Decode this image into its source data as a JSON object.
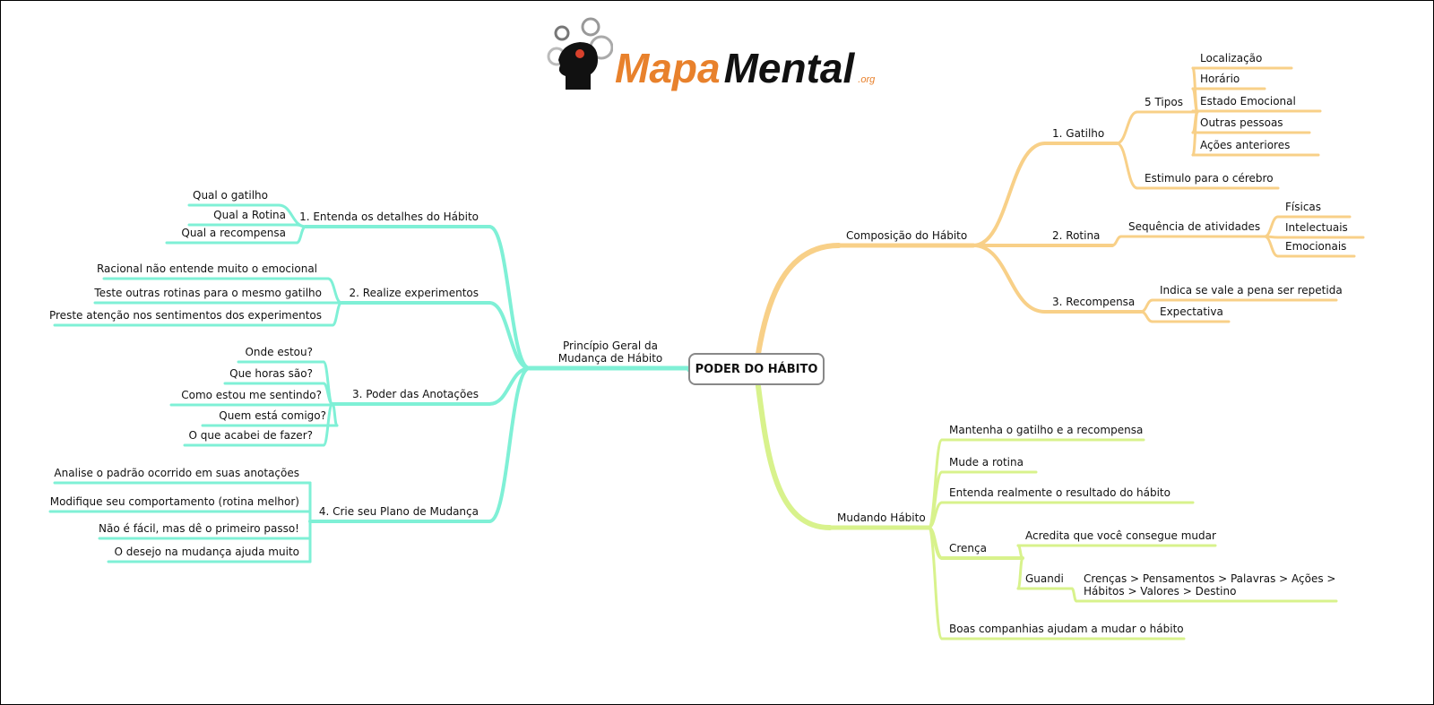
{
  "logo": {
    "text_a": "Mapa",
    "text_b": "Mental",
    "text_c": ".org"
  },
  "root": "PODER DO HÁBITO",
  "colors": {
    "left": "#7ff0d6",
    "upper_right": "#f8d088",
    "lower_right": "#d8f28c",
    "root_border": "#888888"
  },
  "left": {
    "label_1": "Princípio Geral da",
    "label_2": "Mudança de Hábito",
    "b1": {
      "label": "1. Entenda os detalhes do Hábito",
      "items": [
        "Qual o gatilho",
        "Qual a Rotina",
        "Qual a recompensa"
      ]
    },
    "b2": {
      "label": "2. Realize experimentos",
      "items": [
        "Racional não entende muito o emocional",
        "Teste outras rotinas para o mesmo gatilho",
        "Preste atenção nos sentimentos dos experimentos"
      ]
    },
    "b3": {
      "label": "3. Poder das Anotações",
      "items": [
        "Onde estou?",
        "Que horas são?",
        "Como estou me sentindo?",
        "Quem está comigo?",
        "O que acabei de fazer?"
      ]
    },
    "b4": {
      "label": "4. Crie seu Plano de Mudança",
      "items": [
        "Analise o padrão ocorrido em suas anotações",
        "Modifique seu comportamento (rotina melhor)",
        "Não é fácil, mas dê o primeiro passo!",
        "O desejo na mudança ajuda muito"
      ]
    }
  },
  "composicao": {
    "label": "Composição do Hábito",
    "gatilho": {
      "label": "1. Gatilho",
      "tipos": {
        "label": "5 Tipos",
        "items": [
          "Localização",
          "Horário",
          "Estado Emocional",
          "Outras pessoas",
          "Ações anteriores"
        ]
      },
      "estimulo": "Estimulo para o cérebro"
    },
    "rotina": {
      "label": "2. Rotina",
      "seq": {
        "label": "Sequência de atividades",
        "items": [
          "Físicas",
          "Intelectuais",
          "Emocionais"
        ]
      }
    },
    "recompensa": {
      "label": "3. Recompensa",
      "items": [
        "Indica se vale a pena ser repetida",
        "Expectativa"
      ]
    }
  },
  "mudando": {
    "label": "Mudando Hábito",
    "items": [
      "Mantenha o gatilho e a recompensa",
      "Mude a rotina",
      "Entenda realmente o resultado do hábito"
    ],
    "crenca": {
      "label": "Crença",
      "acredita": "Acredita que você consegue mudar",
      "guandi": {
        "label": "Guandi",
        "line_1": "Crenças > Pensamentos > Palavras > Ações >",
        "line_2": "Hábitos > Valores > Destino"
      }
    },
    "boas": "Boas companhias ajudam a mudar o hábito"
  }
}
